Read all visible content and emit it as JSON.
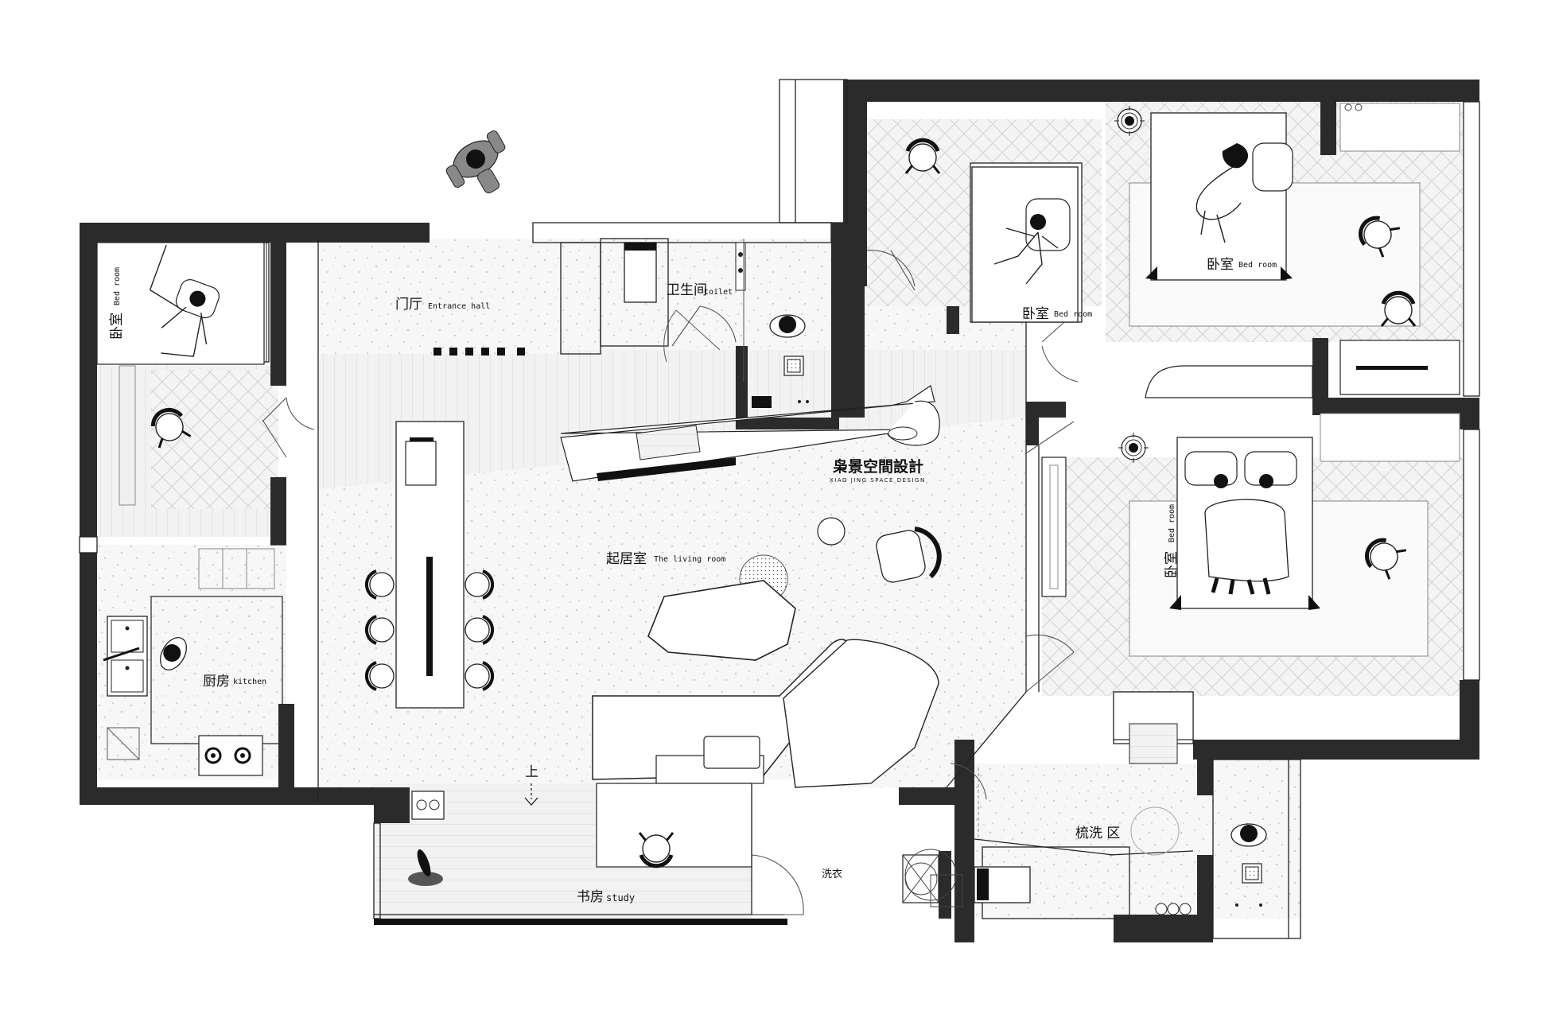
{
  "colors": {
    "wall": "#2b2b2b",
    "floor_terrazzo": "#f6f6f6",
    "floor_wood": "#f1f1f1",
    "line": "#9a9a9a"
  },
  "rooms": {
    "entrance": {
      "zh": "门厅",
      "en": "Entrance hall"
    },
    "toilet": {
      "zh": "卫生间",
      "en": "toilet"
    },
    "living": {
      "zh": "起居室",
      "en": "The living room"
    },
    "kitchen": {
      "zh": "厨房",
      "en": "kitchen"
    },
    "study": {
      "zh": "书房",
      "en": "study"
    },
    "laundry": {
      "zh": "洗衣"
    },
    "wash": {
      "zh": "梳洗 区"
    },
    "bed_left": {
      "zh": "卧室",
      "en": "Bed room"
    },
    "bed_top_mid": {
      "zh": "卧室",
      "en": "Bed room"
    },
    "bed_master": {
      "zh": "卧室",
      "en": "Bed room"
    },
    "bed_right": {
      "zh": "卧室",
      "en": "Bed room"
    }
  },
  "stair_label": "上",
  "brand": {
    "zh": "枭景空間設計",
    "en": "XIAO JING SPACE DESIGN"
  },
  "icons": [
    "person-walking-icon",
    "person-sleeping-icon",
    "chair-icon",
    "lamp-icon",
    "sink-icon",
    "stove-icon",
    "drain-icon",
    "bed-icon",
    "sofa-icon",
    "table-icon",
    "toilet-icon"
  ]
}
